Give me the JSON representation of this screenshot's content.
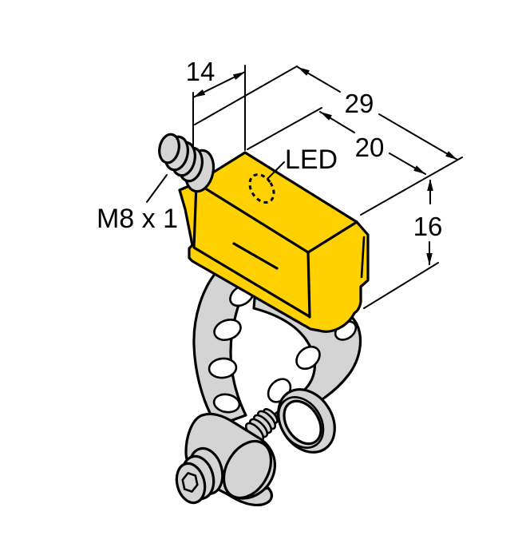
{
  "drawing": {
    "dimension_top_width": "14",
    "dimension_overall_length": "29",
    "dimension_housing_length": "20",
    "dimension_height": "16",
    "label_led": "LED",
    "label_thread": "M8 x 1",
    "colors": {
      "housing": "#FFD100",
      "metal": "#D4D4D4",
      "line": "#000000",
      "background": "#FFFFFF"
    }
  }
}
